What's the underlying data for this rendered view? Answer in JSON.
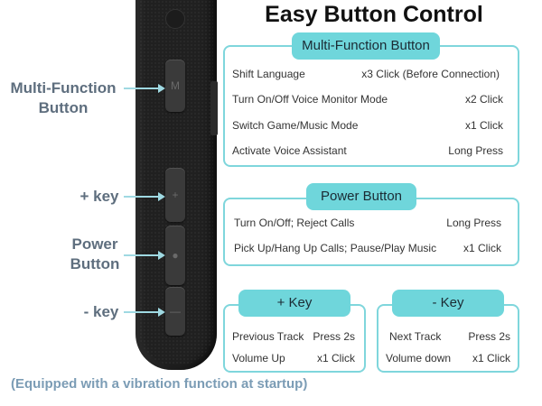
{
  "title": "Easy Button Control",
  "side_labels": {
    "multi_function": "Multi-Function\nButton",
    "plus_key": "+ key",
    "power": "Power\nButton",
    "minus_key": "- key"
  },
  "device_buttons": {
    "multi_function_glyph": "M",
    "plus_glyph": "+",
    "power_glyph": "●",
    "minus_glyph": "—"
  },
  "multi_function_panel": {
    "header": "Multi-Function Button",
    "rows": [
      {
        "action": "Shift Language",
        "trigger": "x3 Click (Before Connection)"
      },
      {
        "action": "Turn On/Off Voice Monitor Mode",
        "trigger": "x2 Click"
      },
      {
        "action": "Switch Game/Music Mode",
        "trigger": "x1 Click"
      },
      {
        "action": "Activate Voice Assistant",
        "trigger": "Long Press"
      }
    ]
  },
  "power_panel": {
    "header": "Power Button",
    "rows": [
      {
        "action": "Turn On/Off; Reject Calls",
        "trigger": "Long Press"
      },
      {
        "action": "Pick Up/Hang Up Calls; Pause/Play Music",
        "trigger": "x1 Click"
      }
    ]
  },
  "plus_panel": {
    "header": "+ Key",
    "rows": [
      {
        "action": "Previous Track",
        "trigger": "Press 2s"
      },
      {
        "action": "Volume Up",
        "trigger": "x1 Click"
      }
    ]
  },
  "minus_panel": {
    "header": "- Key",
    "rows": [
      {
        "action": "Next Track",
        "trigger": "Press 2s"
      },
      {
        "action": "Volume down",
        "trigger": "x1 Click"
      }
    ]
  },
  "footer": "(Equipped with a vibration function at startup)",
  "colors": {
    "accent": "#6fd6db",
    "border": "#7fd6dc",
    "label": "#5e6e7e",
    "footer": "#7b9cb5"
  }
}
